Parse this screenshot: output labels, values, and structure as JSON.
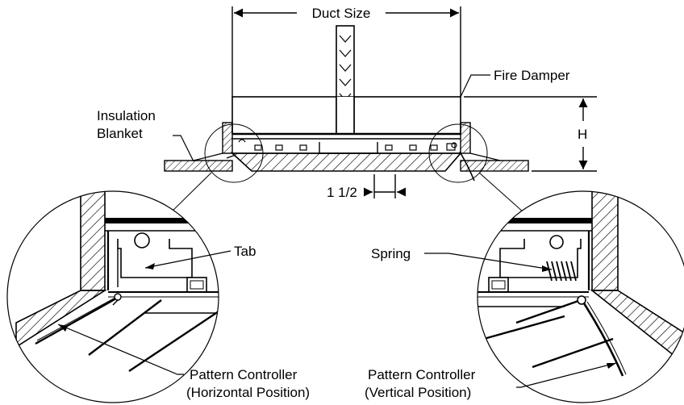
{
  "labels": {
    "duct_size": "Duct Size",
    "fire_damper": "Fire Damper",
    "insulation_line1": "Insulation",
    "insulation_line2": "Blanket",
    "height": "H",
    "dimension": "1 1/2",
    "tab": "Tab",
    "spring": "Spring",
    "pc_left_line1": "Pattern Controller",
    "pc_left_line2": "(Horizontal Position)",
    "pc_right_line1": "Pattern Controller",
    "pc_right_line2": "(Vertical Position)"
  }
}
